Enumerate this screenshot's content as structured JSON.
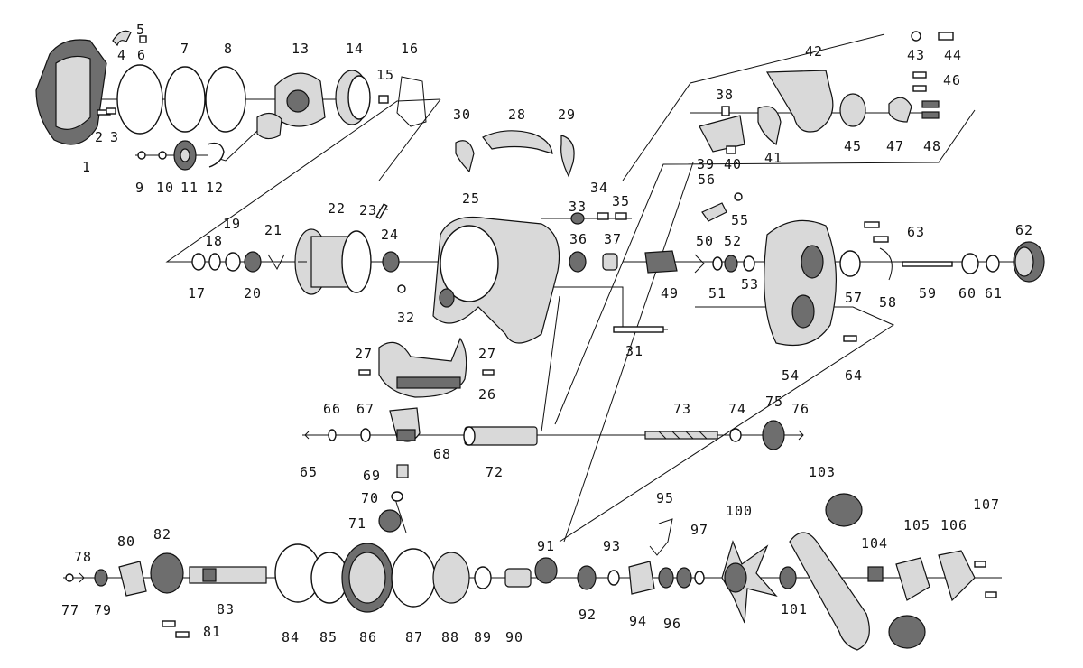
{
  "labels": [
    "1",
    "2",
    "3",
    "4",
    "5",
    "6",
    "7",
    "8",
    "9",
    "10",
    "11",
    "12",
    "13",
    "14",
    "15",
    "16",
    "17",
    "18",
    "19",
    "20",
    "21",
    "22",
    "23",
    "24",
    "25",
    "26",
    "27",
    "27",
    "28",
    "29",
    "30",
    "31",
    "32",
    "33",
    "34",
    "35",
    "36",
    "37",
    "38",
    "39",
    "40",
    "41",
    "42",
    "43",
    "44",
    "45",
    "46",
    "47",
    "48",
    "49",
    "50",
    "51",
    "52",
    "53",
    "54",
    "55",
    "56",
    "57",
    "58",
    "59",
    "60",
    "61",
    "62",
    "63",
    "64",
    "65",
    "66",
    "67",
    "68",
    "69",
    "70",
    "71",
    "72",
    "73",
    "74",
    "75",
    "76",
    "77",
    "78",
    "79",
    "80",
    "81",
    "82",
    "83",
    "84",
    "85",
    "86",
    "87",
    "88",
    "89",
    "90",
    "91",
    "92",
    "93",
    "94",
    "95",
    "96",
    "97",
    "100",
    "101",
    "103",
    "104",
    "105",
    "106",
    "107"
  ]
}
